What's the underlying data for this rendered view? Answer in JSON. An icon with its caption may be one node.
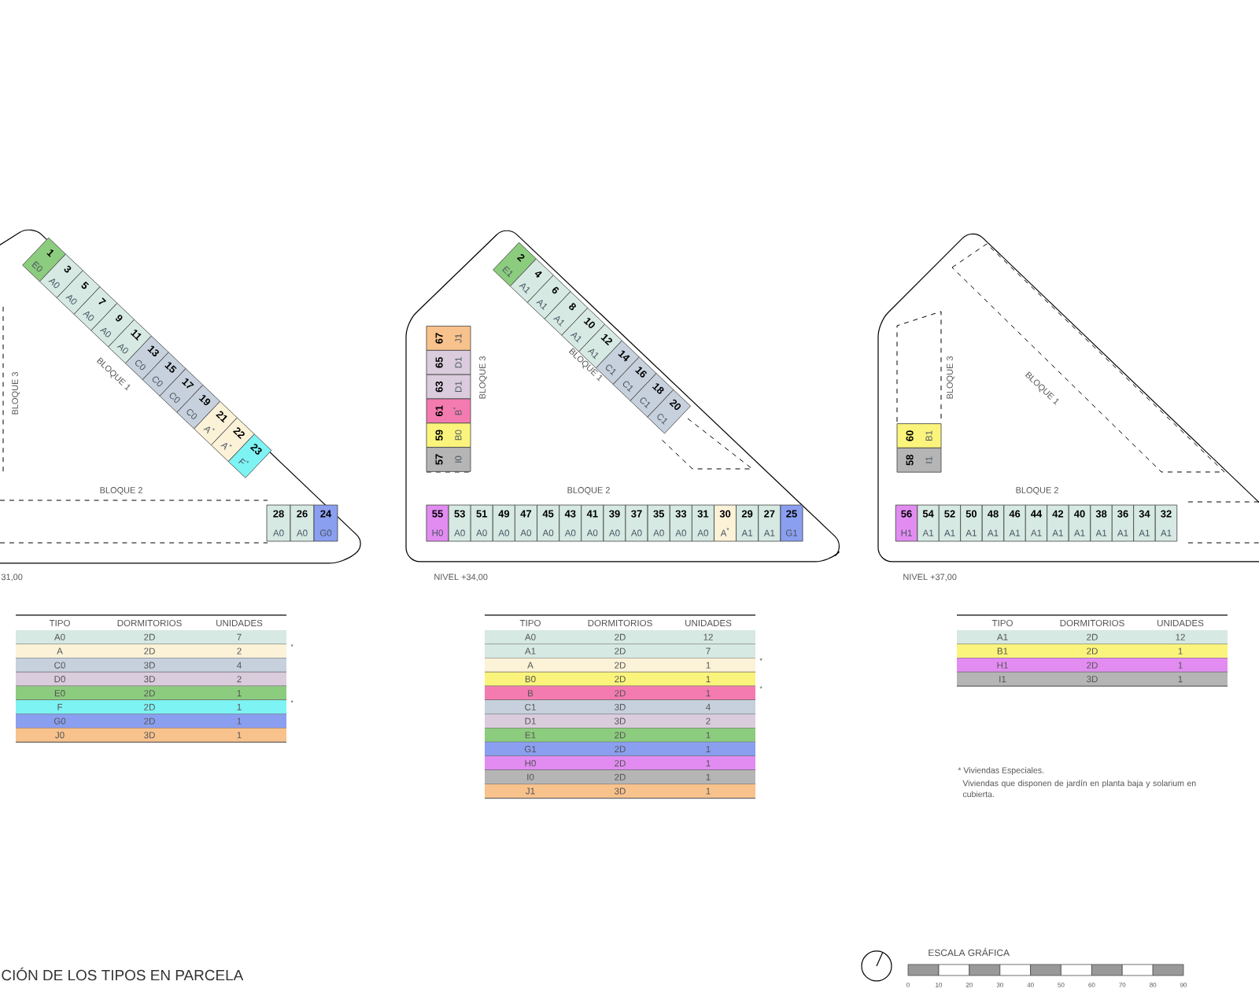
{
  "diagram": {
    "title": "CIÓN DE LOS TIPOS EN PARCELA",
    "nodes": [
      {
        "text": [
          "1",
          "E0"
        ]
      },
      {
        "text": [
          "3",
          "A0"
        ]
      },
      {
        "text": [
          "5",
          "A0"
        ]
      },
      {
        "text": [
          "7",
          "A0"
        ]
      },
      {
        "text": [
          "9",
          "A0"
        ]
      },
      {
        "text": [
          "11",
          "A0"
        ]
      },
      {
        "text": [
          "13",
          "C0"
        ]
      },
      {
        "text": [
          "15",
          "C0"
        ]
      },
      {
        "text": [
          "17",
          "C0"
        ]
      },
      {
        "text": [
          "19",
          "C0"
        ]
      },
      {
        "text": [
          "21",
          "A$^{*}$"
        ]
      },
      {
        "text": [
          "22",
          "A$^{*}$"
        ]
      },
      {
        "text": [
          "23",
          "F$^{*}$"
        ]
      },
      {
        "text": [
          "28",
          "A0"
        ]
      },
      {
        "text": [
          "26",
          "A0"
        ]
      },
      {
        "text": [
          "24",
          "G0"
        ]
      },
      {
        "text": [
          "2",
          "E1"
        ]
      },
      {
        "text": [
          "4",
          "A1"
        ]
      },
      {
        "text": [
          "6",
          "A1"
        ]
      },
      {
        "text": [
          "8",
          "A1"
        ]
      },
      {
        "text": [
          "10",
          "A1"
        ]
      },
      {
        "text": [
          "12",
          "A1"
        ]
      },
      {
        "text": [
          "14",
          "C1"
        ]
      },
      {
        "text": [
          "16",
          "C1"
        ]
      },
      {
        "text": [
          "18",
          "C1"
        ]
      },
      {
        "text": [
          "20",
          "C1"
        ]
      },
      {
        "text": [
          "67",
          "J1"
        ]
      },
      {
        "text": [
          "65",
          "D1"
        ]
      },
      {
        "text": [
          "63",
          "D1"
        ]
      },
      {
        "text": [
          "61",
          "B$^{*}$"
        ]
      },
      {
        "text": [
          "59",
          "B0"
        ]
      },
      {
        "text": [
          "57",
          "I0"
        ]
      },
      {
        "text": [
          "55",
          "H0"
        ]
      },
      {
        "text": [
          "53",
          "A0"
        ]
      },
      {
        "text": [
          "51",
          "A0"
        ]
      },
      {
        "text": [
          "49",
          "A0"
        ]
      },
      {
        "text": [
          "47",
          "A0"
        ]
      },
      {
        "text": [
          "45",
          "A0"
        ]
      },
      {
        "text": [
          "43",
          "A0"
        ]
      },
      {
        "text": [
          "41",
          "A0"
        ]
      },
      {
        "text": [
          "39",
          "A0"
        ]
      },
      {
        "text": [
          "37",
          "A0"
        ]
      },
      {
        "text": [
          "35",
          "A0"
        ]
      },
      {
        "text": [
          "33",
          "A0"
        ]
      },
      {
        "text": [
          "31",
          "A0"
        ]
      },
      {
        "text": [
          "30",
          "A$^{*}$"
        ]
      },
      {
        "text": [
          "29",
          "A1"
        ]
      },
      {
        "text": [
          "27",
          "A1"
        ]
      },
      {
        "text": [
          "25",
          "G1"
        ]
      },
      {
        "text": [
          "60",
          "B1"
        ]
      },
      {
        "text": [
          "58",
          "I1"
        ]
      },
      {
        "text": [
          "56",
          "H1"
        ]
      },
      {
        "text": [
          "54",
          "A1"
        ]
      },
      {
        "text": [
          "52",
          "A1"
        ]
      },
      {
        "text": [
          "50",
          "A1"
        ]
      },
      {
        "text": [
          "48",
          "A1"
        ]
      },
      {
        "text": [
          "46",
          "A1"
        ]
      },
      {
        "text": [
          "44",
          "A1"
        ]
      },
      {
        "text": [
          "42",
          "A1"
        ]
      },
      {
        "text": [
          "40",
          "A1"
        ]
      },
      {
        "text": [
          "38",
          "A1"
        ]
      },
      {
        "text": [
          "36",
          "A1"
        ]
      },
      {
        "text": [
          "34",
          "A1"
        ]
      },
      {
        "text": [
          "32",
          "A1"
        ]
      }
    ],
    "labels": [
      "BLOQUE 3",
      "BLOQUE 1",
      "BLOQUE 2",
      "31,00",
      "BLOQUE 3",
      "BLOQUE 1",
      "BLOQUE 2",
      "NIVEL +34,00",
      "BLOQUE 3",
      "BLOQUE 1",
      "BLOQUE 2",
      "NIVEL +37,00",
      "TIPO",
      "DORMITORIOS",
      "UNIDADES",
      "A0",
      "2D",
      "7",
      "A",
      "2D",
      "2",
      "*",
      "C0",
      "3D",
      "4",
      "D0",
      "3D",
      "2",
      "E0",
      "2D",
      "1",
      "F",
      "2D",
      "1",
      "*",
      "G0",
      "2D",
      "1",
      "J0",
      "3D",
      "1",
      "TIPO",
      "DORMITORIOS",
      "UNIDADES",
      "A0",
      "2D",
      "12",
      "A1",
      "2D",
      "7",
      "A",
      "2D",
      "1",
      "*",
      "B0",
      "2D",
      "1",
      "B",
      "2D",
      "1",
      "*",
      "C1",
      "3D",
      "4",
      "D1",
      "3D",
      "2",
      "E1",
      "2D",
      "1",
      "G1",
      "2D",
      "1",
      "H0",
      "2D",
      "1",
      "I0",
      "2D",
      "1",
      "J1",
      "3D",
      "1",
      "TIPO",
      "DORMITORIOS",
      "UNIDADES",
      "A1",
      "2D",
      "12",
      "B1",
      "2D",
      "1",
      "H1",
      "2D",
      "1",
      "I1",
      "3D",
      "1",
      "* Viviendas Especiales.",
      "Viviendas que disponen de jardín en planta baja y solarium en cubierta.",
      "ESCALA GRÁFICA",
      "0",
      "10",
      "20",
      "30",
      "40",
      "50",
      "60",
      "70",
      "80",
      "90"
    ]
  }
}
